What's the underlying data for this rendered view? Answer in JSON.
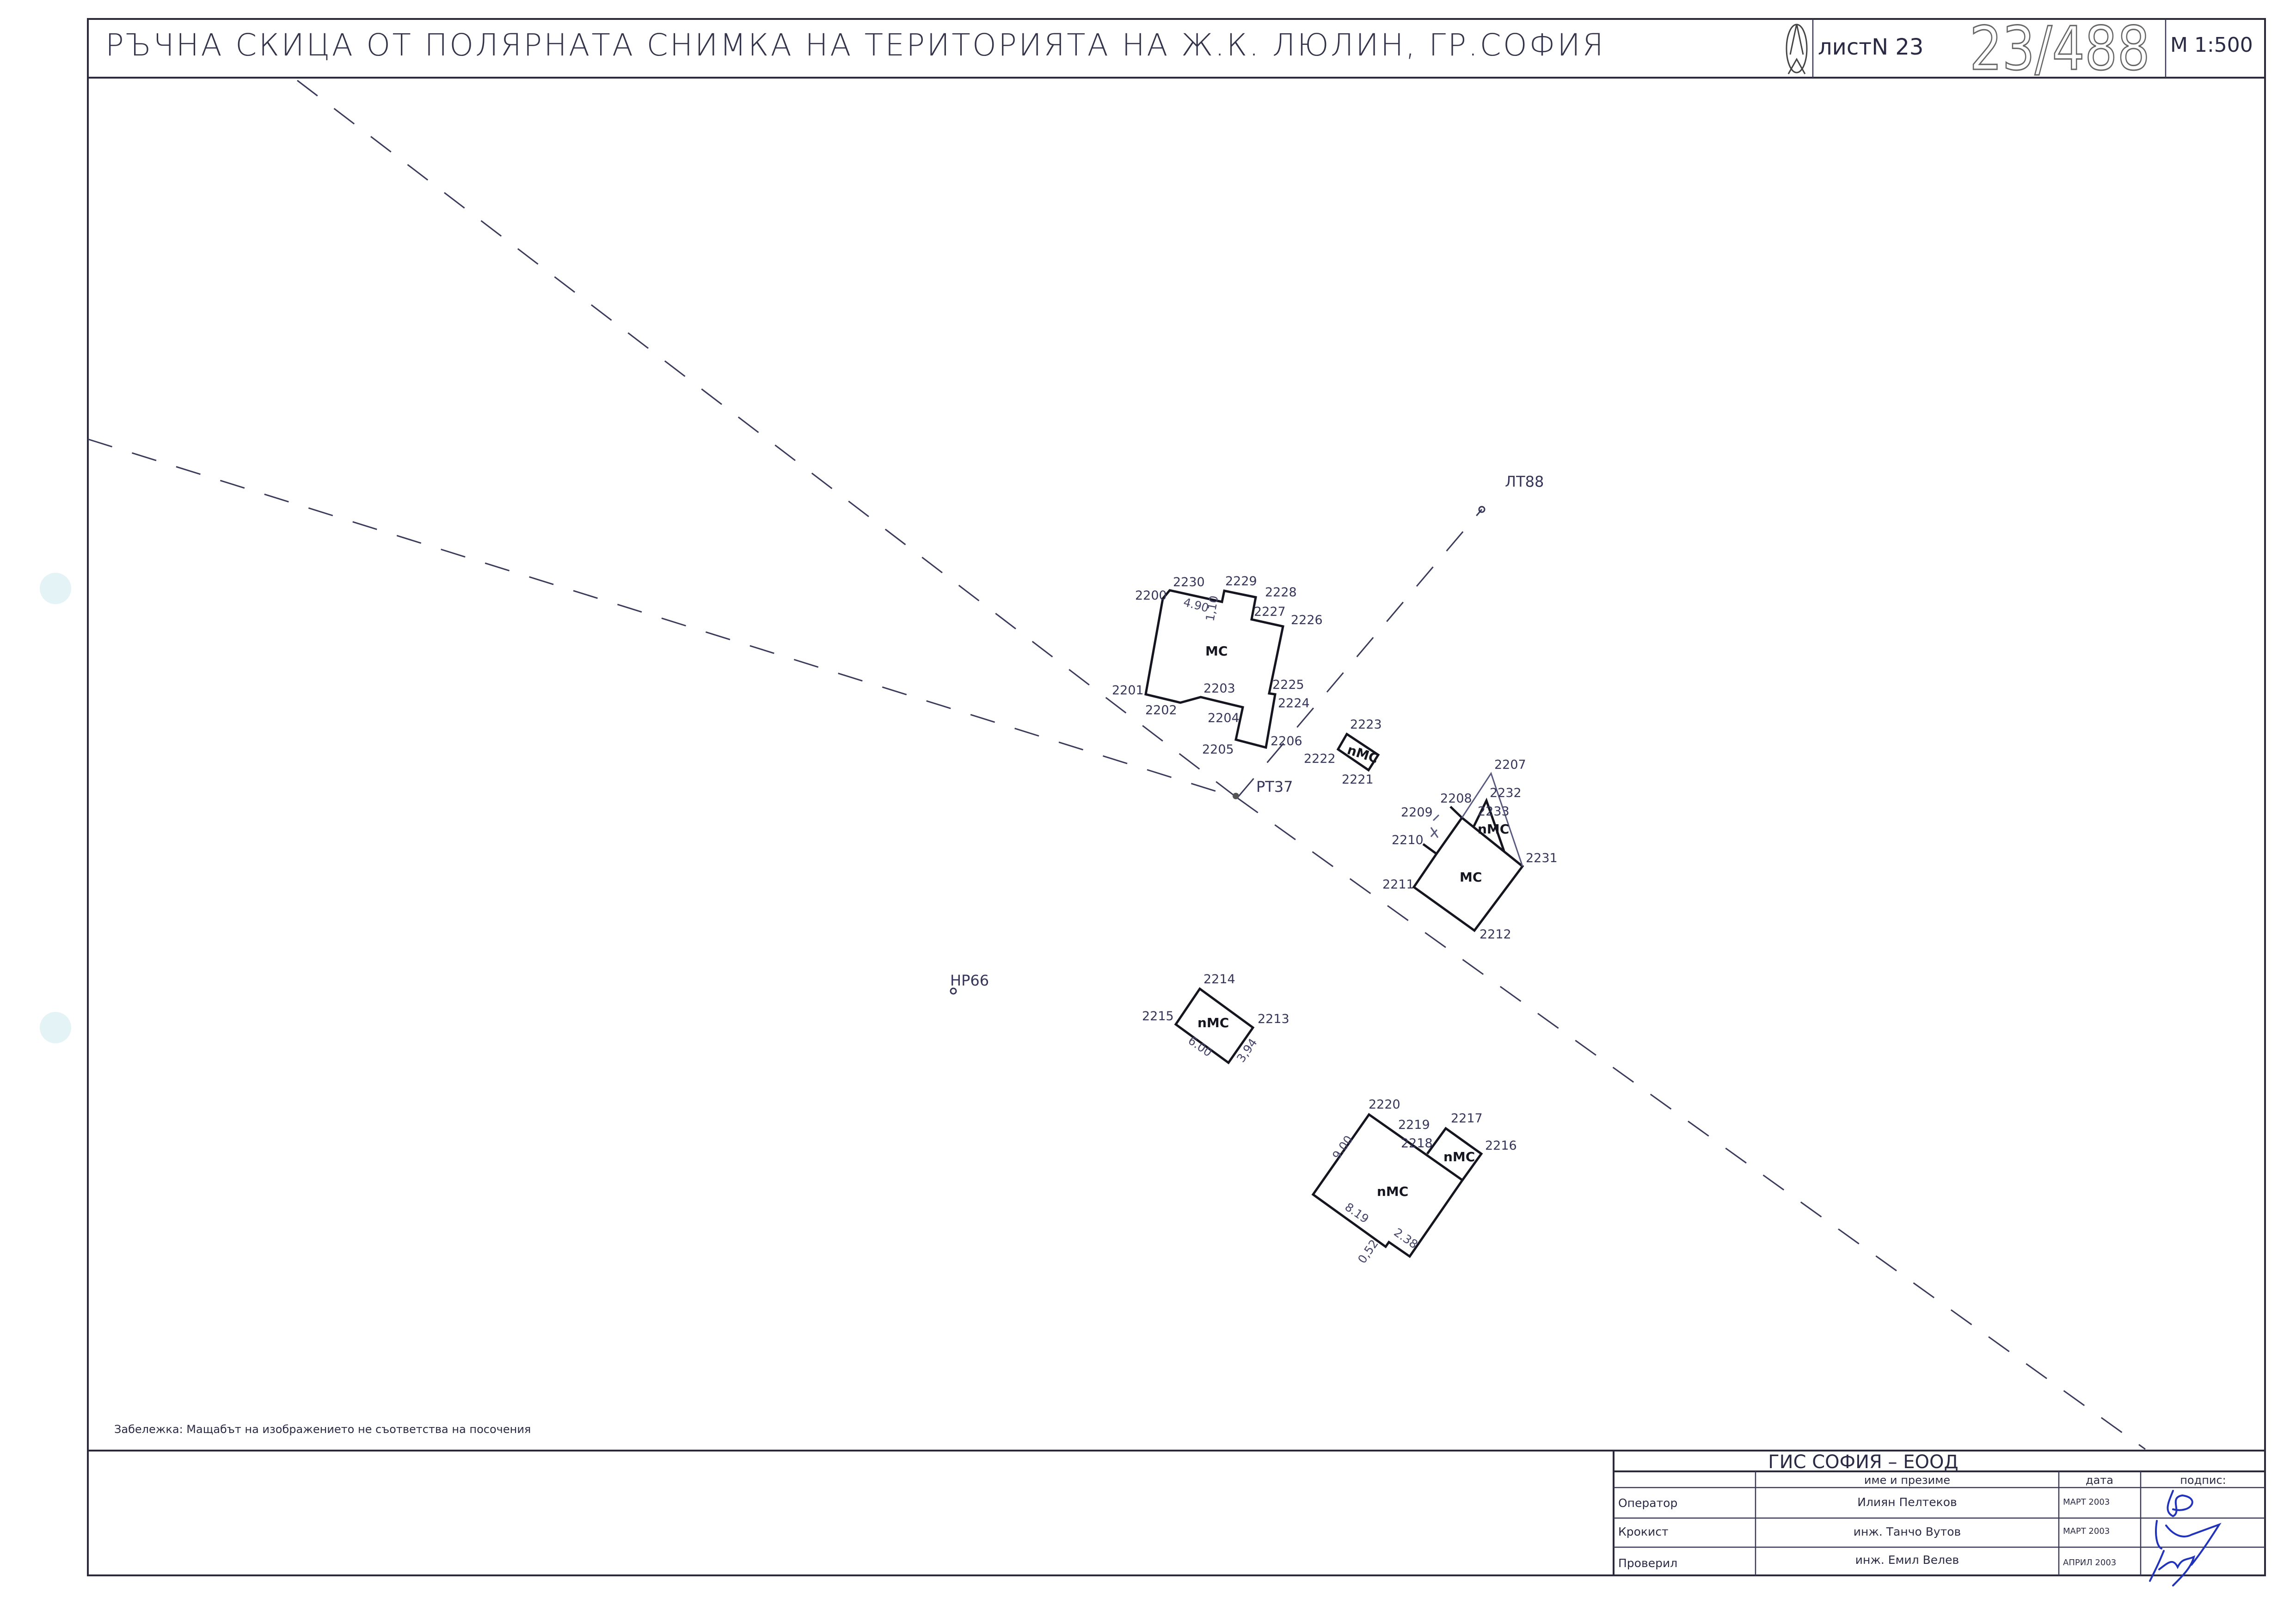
{
  "header": {
    "title": "РЪЧНА СКИЦА ОТ ПОЛЯРНАТА СНИМКА НА ТЕРИТОРИЯТА НА Ж.К. ЛЮЛИН, ГР.СОФИЯ",
    "sheet_label": "листN 23",
    "handwritten_number": "23/488",
    "scale": "M 1:500",
    "logo_icon": "gis-sofia-logo"
  },
  "stations": [
    "ЛТ88",
    "РТ37",
    "НР66"
  ],
  "buildings": [
    {
      "use": "МС",
      "points": [
        "2200",
        "2230",
        "2229",
        "2228",
        "2227",
        "2226",
        "2225",
        "2224",
        "2206",
        "2205",
        "2204",
        "2203",
        "2202",
        "2201"
      ],
      "dims": [
        "4.90",
        "1,10"
      ]
    },
    {
      "use": "nМС",
      "points": [
        "2223",
        "2222",
        "2221"
      ],
      "dims": []
    },
    {
      "use": "МС",
      "annex": "nМС",
      "points": [
        "2207",
        "2232",
        "2208",
        "2209",
        "2233",
        "2210",
        "2231",
        "2211",
        "2212"
      ],
      "dims": []
    },
    {
      "use": "nМС",
      "points": [
        "2214",
        "2215",
        "2213"
      ],
      "dims": [
        "6.00",
        "3,94"
      ]
    },
    {
      "use": "nМС",
      "annex": "nМС",
      "points": [
        "2220",
        "2219",
        "2218",
        "2217",
        "2216"
      ],
      "dims": [
        "9.00",
        "8.19",
        "2.38",
        "0,52"
      ]
    }
  ],
  "note": "Забележка: Мащабът на изображението не съответства на посочения",
  "title_block": {
    "company": "ГИС   СОФИЯ  –  ЕООД",
    "col_name": "име и презиме",
    "col_date": "дата",
    "col_sign": "подпис:",
    "rows": [
      {
        "role": "Оператор",
        "name": "Илиян Пелтеков",
        "date": "МАРТ 2003"
      },
      {
        "role": "Крокист",
        "name": "инж. Танчо Вутов",
        "date": "МАРТ 2003"
      },
      {
        "role": "Проверил",
        "name": "инж. Емил Велев",
        "date": "АПРИЛ 2003"
      }
    ]
  },
  "colors": {
    "line": "#151520",
    "label": "#35355a",
    "signature": "#2233bb"
  }
}
